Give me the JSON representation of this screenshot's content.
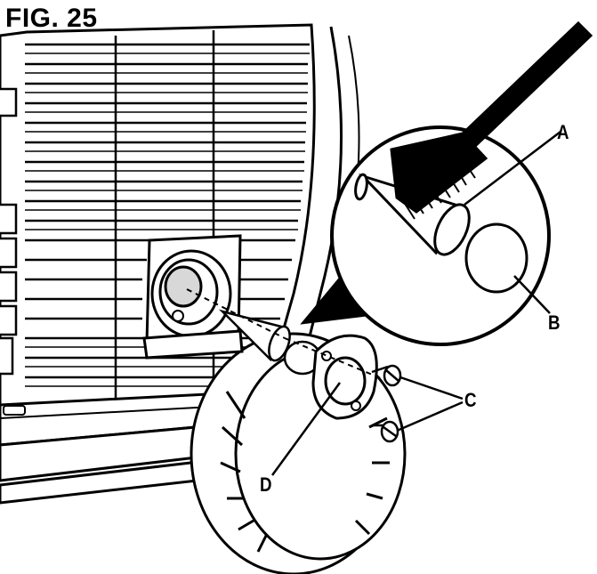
{
  "figure": {
    "title": "FIG. 25",
    "callouts": {
      "a": "A",
      "b": "B",
      "c": "C",
      "d": "D"
    }
  },
  "colors": {
    "ink": "#000000",
    "paper": "#ffffff",
    "shade": "#d8d8d8"
  }
}
